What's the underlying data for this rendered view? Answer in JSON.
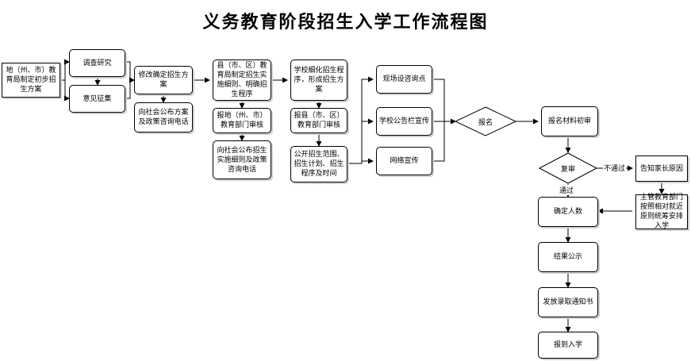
{
  "title": "义务教育阶段招生入学工作流程图",
  "nodes": {
    "n1": "地（州、市）教育局制定初步招生方案",
    "n2": "调查研究",
    "n3": "意见征集",
    "n4": "修改确定招生方案",
    "n5": "向社会公布方案及政策咨询电话",
    "n6": "县（市、区）教育局制定招生实施细则、明确招生程序",
    "n7": "报地（州、市）教育部门审核",
    "n8": "向社会公布招生实施细则及政策咨询电话",
    "n9": "学校细化招生程序，形成招生方案",
    "n10": "报县（市、区）教育部门审核",
    "n11": "公开招生范围、招生计划、招生程序及时间",
    "n12": "现场设咨询点",
    "n13": "学校公告栏宣传",
    "n14": "网络宣传",
    "n15": "报名",
    "n16": "报名材料初审",
    "n17": "复审",
    "n18": "告知家长原因",
    "n19": "主管教育部门按照相对就近原则统筹安排入学",
    "n20": "确定人数",
    "n21": "结果公示",
    "n22": "发放录取通知书",
    "n23": "报到入学"
  },
  "edge_labels": {
    "fail": "不通过",
    "pass": "通过"
  }
}
